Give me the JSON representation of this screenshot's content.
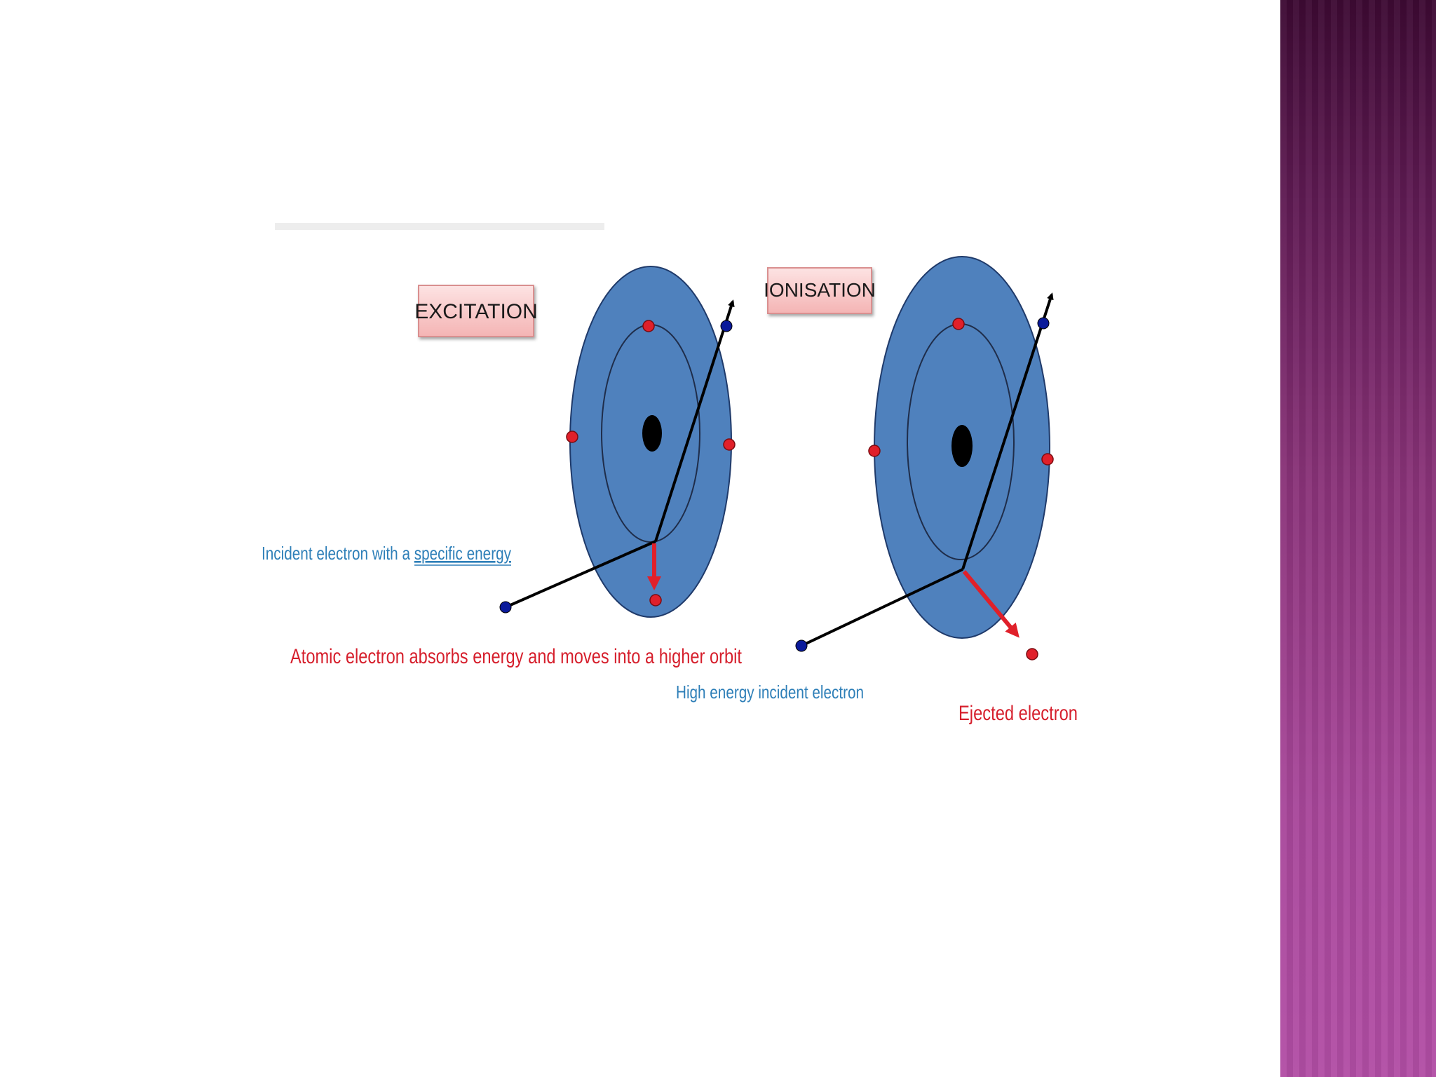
{
  "diagram": {
    "excitation": {
      "label": "EXCITATION",
      "incident_caption_prefix": "Incident electron with a ",
      "incident_caption_link": "specific energy",
      "result_caption": "Atomic electron absorbs energy and moves into a higher orbit"
    },
    "ionisation": {
      "label": "IONISATION",
      "incident_caption": "High energy incident electron",
      "ejected_caption": "Ejected electron"
    }
  },
  "colors": {
    "atom_fill": "#4f81bd",
    "orbit_stroke": "#1f2d4a",
    "electron_red": "#e0202a",
    "electron_blue": "#0a1a9a",
    "caption_blue": "#2e7fb8",
    "caption_red": "#d61f2c",
    "label_box": "#f7c8c8",
    "side_band": "#8a3379"
  }
}
